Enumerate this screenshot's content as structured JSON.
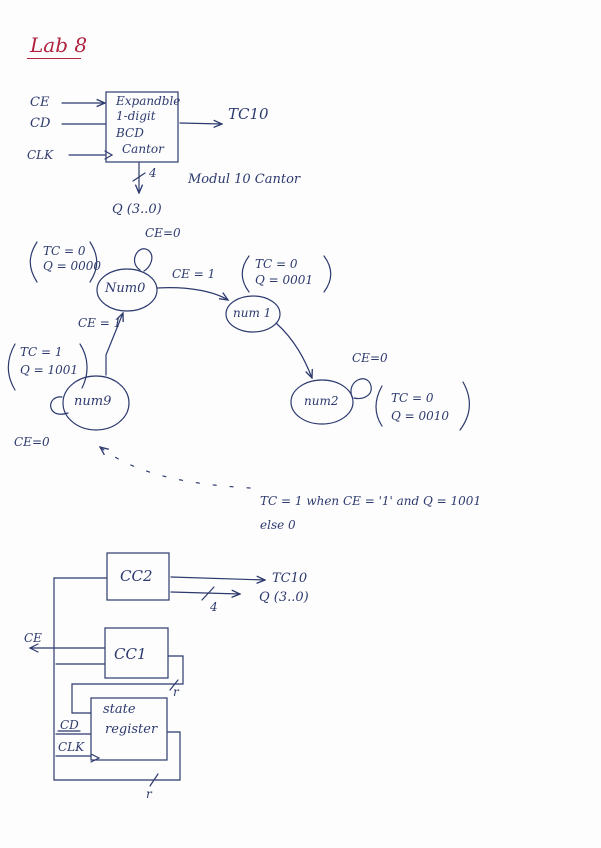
{
  "page": {
    "title": "Lab 8",
    "ink_color": "#2d3a6e",
    "title_color": "#b0233f"
  },
  "block_diagram": {
    "inputs": [
      "CE",
      "CD",
      "CLK"
    ],
    "block_label_lines": [
      "Expandble",
      "1-digit",
      "BCD",
      "Cantor"
    ],
    "output": "TC10",
    "bus_width": "4",
    "bus_output": "Q (3..0)",
    "caption": "Modul 10 Cantor"
  },
  "state_diagram": {
    "states": [
      {
        "name": "Num0",
        "output_tc": "TC = 0",
        "output_q": "Q = 0000",
        "self_loop": "CE=0"
      },
      {
        "name": "num 1",
        "output_tc": "TC = 0",
        "output_q": "Q = 0001"
      },
      {
        "name": "num2",
        "output_tc": "TC = 0",
        "output_q": "Q = 0010",
        "self_loop": "CE=0"
      },
      {
        "name": "num9",
        "output_tc": "TC = 1",
        "output_q": "Q = 1001",
        "self_loop": "CE=0"
      }
    ],
    "transitions": [
      {
        "from": "Num0",
        "to": "num 1",
        "label": "CE = 1"
      },
      {
        "from": "num9",
        "to": "Num0",
        "label": "CE = 1"
      }
    ],
    "note_line1": "TC = 1 when  CE = '1'  and Q = 1001",
    "note_line2": "else 0"
  },
  "structure_diagram": {
    "blocks": [
      "CC2",
      "CC1",
      "state register"
    ],
    "block_state_register_lines": [
      "state",
      "register"
    ],
    "outputs": [
      "TC10",
      "Q (3..0)"
    ],
    "output_bus_width": "4",
    "inputs": [
      "CE",
      "CD",
      "CLK"
    ],
    "feedback_bus_width": "r"
  }
}
